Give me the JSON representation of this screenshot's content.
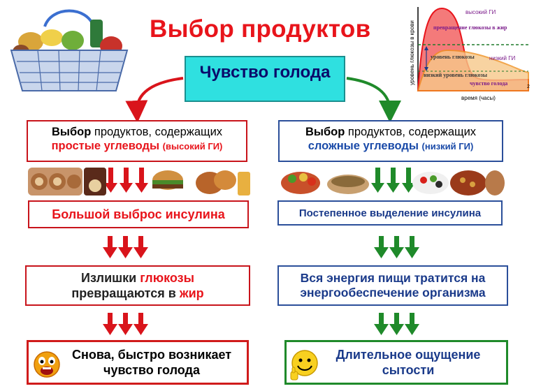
{
  "title": "Выбор продуктов",
  "hunger_box": "Чувство голода",
  "chart": {
    "ylabel": "уровень глюкозы в крови",
    "xlabel": "время (часы)",
    "high_gi": "высокий ГИ",
    "low_gi": "низкий ГИ",
    "fat_conversion": "превращение глюкозы в жир",
    "glucose_level": "уровень глюкозы",
    "low_glucose": "низкий уровень глюкозы",
    "hunger_feeling": "чувство голода",
    "x_tick_2": "2"
  },
  "left": {
    "choice_bold": "Выбор",
    "choice_rest": " продуктов, содержащих",
    "carb_type": "простые углеводы",
    "gi_note": "(высокий ГИ)",
    "insulin": "Большой выброс инсулина",
    "glucose_line1_a": "Излишки ",
    "glucose_line1_b": "глюкозы",
    "glucose_line2_a": "превращаются в ",
    "glucose_line2_b": "жир",
    "result": "Снова, быстро возникает чувство голода"
  },
  "right": {
    "choice_bold": "Выбор",
    "choice_rest": " продуктов, содержащих",
    "carb_type": "сложные углеводы",
    "gi_note": "(низкий ГИ)",
    "insulin": "Постепенное выделение инсулина",
    "energy": "Вся энергия пищи тратится на энергообеспечение организма",
    "result": "Длительное ощущение сытости"
  },
  "colors": {
    "title": "#e8141b",
    "hunger_bg": "#2fe0e0",
    "red_arrow": "#d9141b",
    "green_arrow": "#1f8a2a",
    "blue_text": "#1a3a8a"
  }
}
